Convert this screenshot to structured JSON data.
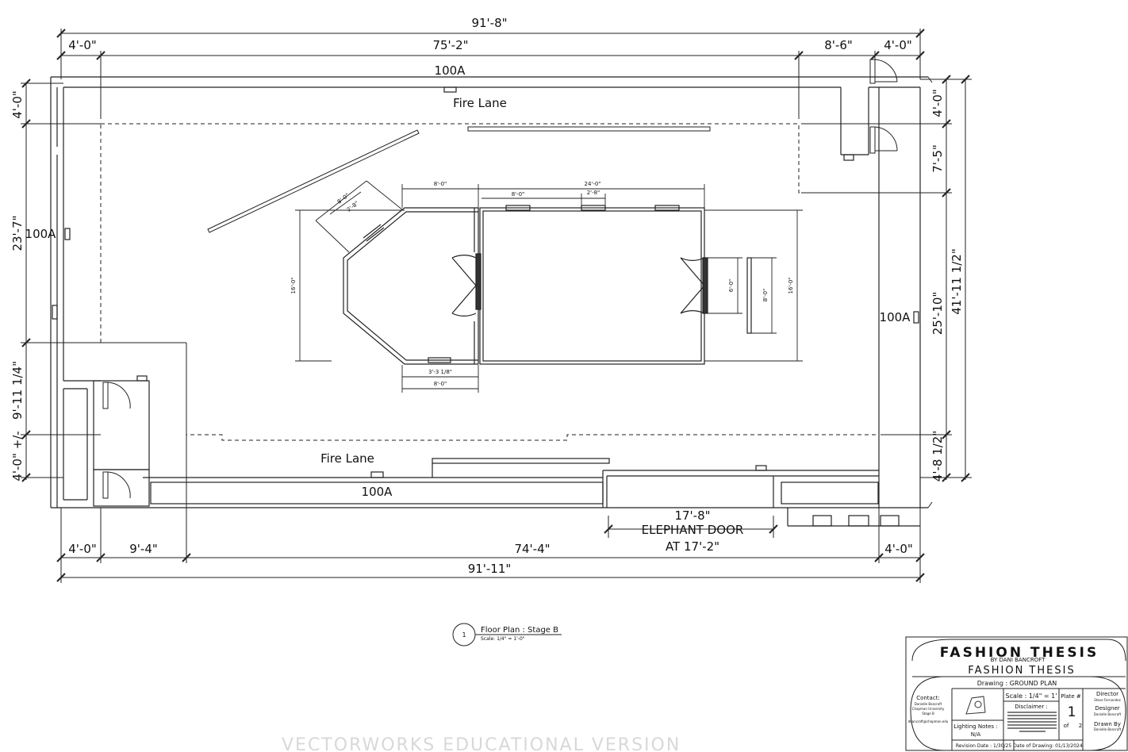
{
  "overall_dims": {
    "top_total": "91'-8\"",
    "top_left": "4'-0\"",
    "top_mid": "75'-2\"",
    "top_right1": "8'-6\"",
    "top_right2": "4'-0\"",
    "bottom_total": "91'-11\"",
    "bottom_1": "4'-0\"",
    "bottom_2": "9'-4\"",
    "bottom_3": "74'-4\"",
    "bottom_4": "4'-0\"",
    "left_1": "4'-0\"",
    "left_2": "23'-7\"",
    "left_3": "9'-11 1/4\"",
    "left_4": "4'-0\" +/-",
    "right_1": "4'-0\"",
    "right_2": "7'-5\"",
    "right_3": "25'-10\"",
    "right_4": "41'-11 1/2\"",
    "right_5": "4'-8 1/2\""
  },
  "labels": {
    "zone_top": "100A",
    "zone_left": "100A",
    "zone_right": "100A",
    "zone_bottom": "100A",
    "fire_lane_top": "Fire Lane",
    "fire_lane_bottom": "Fire Lane",
    "elephant_dim": "17'-8\"",
    "elephant_door": "ELEPHANT DOOR",
    "elephant_height": "AT 17'-2\""
  },
  "stage_dims": {
    "top_a": "8'-0\"",
    "top_b": "24'-0\"",
    "top_c": "8'-0\"",
    "top_d": "2'-8\"",
    "diag_a": "8'-0\"",
    "diag_b": "2'-8\"",
    "left_height": "16'-0\"",
    "right_height": "16'-0\"",
    "door_a": "6'-0\"",
    "door_b": "8'-0\"",
    "bottom_a": "3'-3 1/8\"",
    "bottom_b": "8'-0\""
  },
  "view_tag": {
    "number": "1",
    "title": "Floor Plan : Stage B",
    "scale": "Scale: 1/4\" = 1'-0\""
  },
  "title_block": {
    "project": "FASHION THESIS",
    "by": "BY DANI BANCROFT",
    "project2": "FASHION THESIS",
    "drawing": "Drawing : GROUND PLAN",
    "contact_label": "Contact:",
    "contact_name": "Danielle Bancroft",
    "contact_school": "Chapman University",
    "contact_stage": "Stage B",
    "contact_email": "dbancroft@chapman.edu",
    "scale": "Scale : 1/4\" = 1'",
    "disclaimer_label": "Disclaimer :",
    "plate_label": "Plate #",
    "plate_number": "1",
    "plate_of": "of",
    "plate_total": "2",
    "director_label": "Director",
    "director_name": "Steve Fernandez",
    "designer_label": "Designer",
    "designer_name": "Danielle Bancroft",
    "drawn_label": "Drawn By",
    "drawn_name": "Danielle Bancroft",
    "lighting_label": "Lighting Notes :",
    "lighting_value": "N/A",
    "revision": "Revision Date : 1/30/25",
    "date_of_drawing": "Date of Drawing: 01/13/2024"
  },
  "watermark": "VECTORWORKS EDUCATIONAL VERSION"
}
